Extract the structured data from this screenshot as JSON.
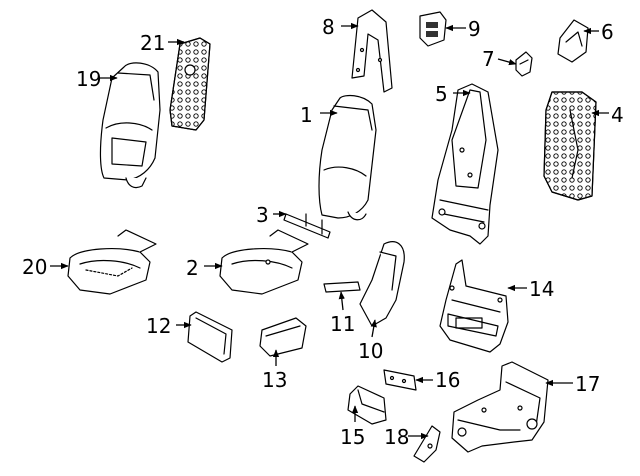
{
  "diagram": {
    "type": "exploded-parts-diagram",
    "subject": "seat assembly",
    "colors": {
      "line": "#000000",
      "fill": "#ffffff",
      "shade": "#d0d0d0"
    },
    "callouts": [
      {
        "number": "1",
        "label": "1"
      },
      {
        "number": "2",
        "label": "2"
      },
      {
        "number": "3",
        "label": "3"
      },
      {
        "number": "4",
        "label": "4"
      },
      {
        "number": "5",
        "label": "5"
      },
      {
        "number": "6",
        "label": "6"
      },
      {
        "number": "7",
        "label": "7"
      },
      {
        "number": "8",
        "label": "8"
      },
      {
        "number": "9",
        "label": "9"
      },
      {
        "number": "10",
        "label": "10"
      },
      {
        "number": "11",
        "label": "11"
      },
      {
        "number": "12",
        "label": "12"
      },
      {
        "number": "13",
        "label": "13"
      },
      {
        "number": "14",
        "label": "14"
      },
      {
        "number": "15",
        "label": "15"
      },
      {
        "number": "16",
        "label": "16"
      },
      {
        "number": "17",
        "label": "17"
      },
      {
        "number": "18",
        "label": "18"
      },
      {
        "number": "19",
        "label": "19"
      },
      {
        "number": "20",
        "label": "20"
      },
      {
        "number": "21",
        "label": "21"
      }
    ]
  }
}
